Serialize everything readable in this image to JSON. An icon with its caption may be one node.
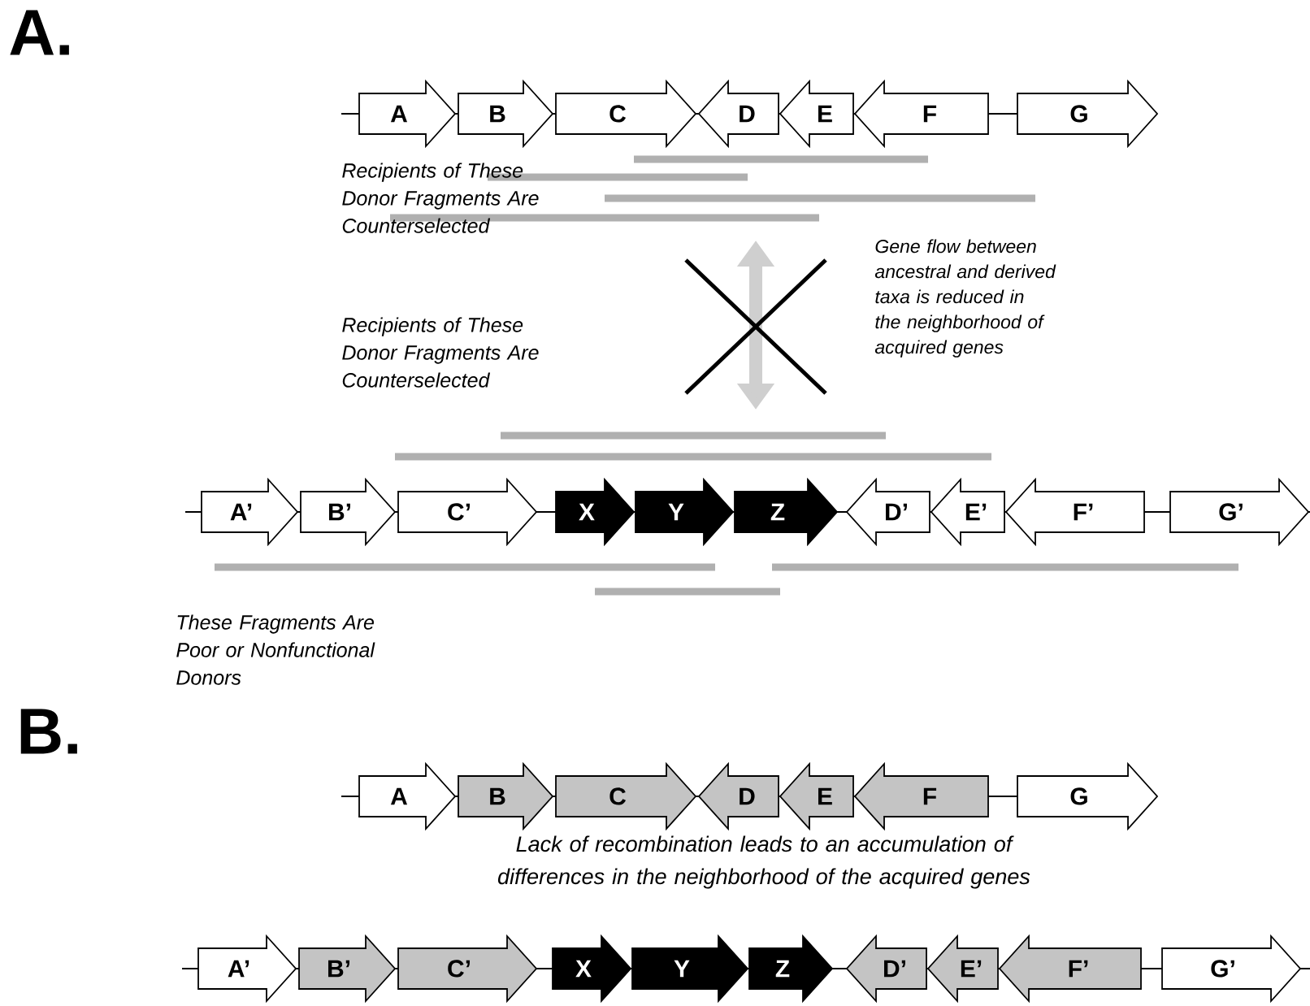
{
  "diagram": {
    "nodes": [
      {
        "text": [
          "A"
        ]
      },
      {
        "text": [
          "B"
        ]
      },
      {
        "text": [
          "C"
        ]
      },
      {
        "text": [
          "D"
        ]
      },
      {
        "text": [
          "E"
        ]
      },
      {
        "text": [
          "F"
        ]
      },
      {
        "text": [
          "G"
        ]
      },
      {
        "text": [
          "A’"
        ]
      },
      {
        "text": [
          "B’"
        ]
      },
      {
        "text": [
          "C’"
        ]
      },
      {
        "text": [
          "X"
        ]
      },
      {
        "text": [
          "Y"
        ]
      },
      {
        "text": [
          "Z"
        ]
      },
      {
        "text": [
          "D’"
        ]
      },
      {
        "text": [
          "E’"
        ]
      },
      {
        "text": [
          "F’"
        ]
      },
      {
        "text": [
          "G’"
        ]
      },
      {
        "text": [
          "A"
        ]
      },
      {
        "text": [
          "B"
        ]
      },
      {
        "text": [
          "C"
        ]
      },
      {
        "text": [
          "D"
        ]
      },
      {
        "text": [
          "E"
        ]
      },
      {
        "text": [
          "F"
        ]
      },
      {
        "text": [
          "G"
        ]
      },
      {
        "text": [
          "A’"
        ]
      },
      {
        "text": [
          "B’"
        ]
      },
      {
        "text": [
          "C’"
        ]
      },
      {
        "text": [
          "X"
        ]
      },
      {
        "text": [
          "Y"
        ]
      },
      {
        "text": [
          "Z"
        ]
      },
      {
        "text": [
          "D’"
        ]
      },
      {
        "text": [
          "E’"
        ]
      },
      {
        "text": [
          "F’"
        ]
      },
      {
        "text": [
          "G’"
        ]
      }
    ],
    "labels": [
      "A.",
      "Recipients of These Donor Fragments Are Counterselected",
      "Gene flow between ancestral and derived taxa is reduced in the neighborhood of acquired genes",
      "Recipients of These Donor Fragments Are Counterselected",
      "These Fragments Are Poor or Nonfunctional Donors",
      "B.",
      "Lack of recombination leads to an accumulation of differences in the neighborhood of the acquired genes"
    ]
  }
}
